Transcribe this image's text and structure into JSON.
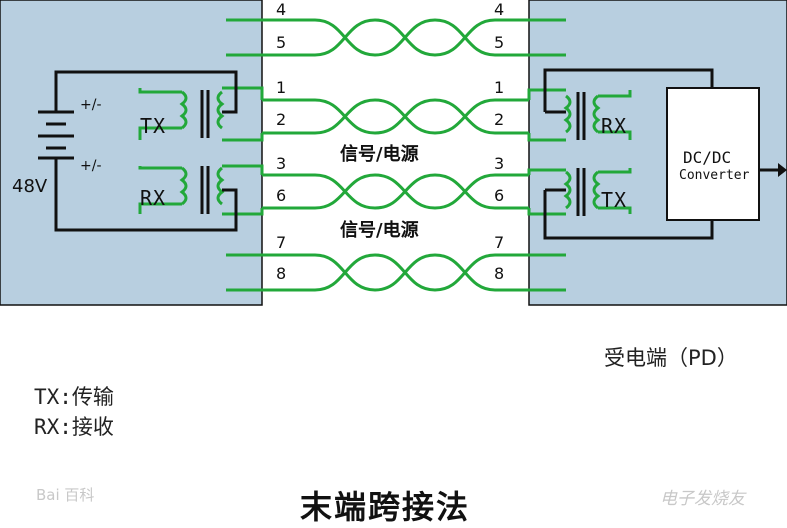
{
  "colors": {
    "box_fill": "#b8cfe0",
    "wire_green": "#22a83a",
    "line_black": "#111111",
    "watermark": "#c8c8c8"
  },
  "pse": {
    "voltage": "48V",
    "polarity_top": "+/-",
    "polarity_bottom": "+/-",
    "tx_label": "TX",
    "rx_label": "RX"
  },
  "pins_left": [
    "4",
    "5",
    "1",
    "2",
    "3",
    "6",
    "7",
    "8"
  ],
  "pins_right": [
    "4",
    "5",
    "1",
    "2",
    "3",
    "6",
    "7",
    "8"
  ],
  "pair_labels": [
    "信号/电源",
    "信号/电源"
  ],
  "pd": {
    "rx_label": "RX",
    "tx_label": "TX",
    "converter_line1": "DC/DC",
    "converter_line2": "Converter",
    "caption": "受电端（PD）"
  },
  "legend": {
    "tx": "TX:传输",
    "rx": "RX:接收"
  },
  "title": "末端跨接法",
  "watermarks": {
    "left": "Bai 百科",
    "right": "电子发烧友"
  }
}
